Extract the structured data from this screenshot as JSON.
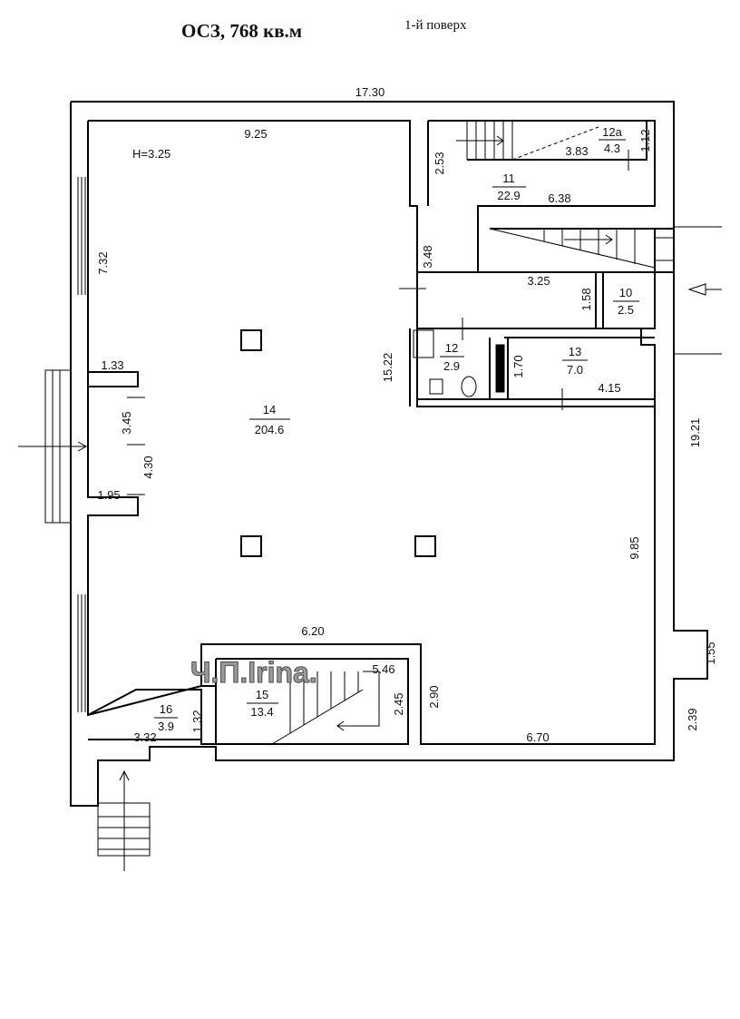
{
  "header": {
    "title": "ОСЗ, 768 кв.м",
    "floor": "1-й поверх"
  },
  "ceiling_height": "H=3.25",
  "watermark": "Ч.П.Irina.",
  "rooms": [
    {
      "id": "room-14",
      "number": "14",
      "area": "204.6"
    },
    {
      "id": "room-11",
      "number": "11",
      "area": "22.9"
    },
    {
      "id": "room-12a",
      "number": "12a",
      "area": "4.3"
    },
    {
      "id": "room-10",
      "number": "10",
      "area": "2.5"
    },
    {
      "id": "room-12",
      "number": "12",
      "area": "2.9"
    },
    {
      "id": "room-13",
      "number": "13",
      "area": "7.0"
    },
    {
      "id": "room-15",
      "number": "15",
      "area": "13.4"
    },
    {
      "id": "room-16",
      "number": "16",
      "area": "3.9"
    }
  ],
  "dimensions": [
    "17.30",
    "9.25",
    "2.53",
    "3.83",
    "1.12",
    "6.38",
    "7.32",
    "3.48",
    "3.25",
    "1.58",
    "1.33",
    "15.22",
    "1.70",
    "4.15",
    "3.45",
    "4.30",
    "19.21",
    "1.95",
    "9.85",
    "1.55",
    "6.20",
    "5.46",
    "2.90",
    "2.45",
    "1.32",
    "3.32",
    "6.70",
    "2.39"
  ]
}
